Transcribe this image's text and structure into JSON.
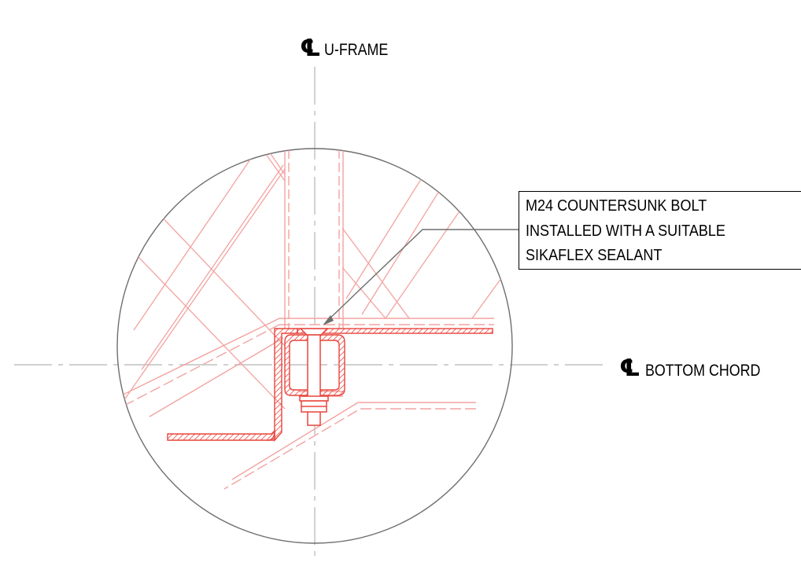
{
  "centerlines": {
    "vertical": {
      "symbol": "℄",
      "label": "U-FRAME"
    },
    "horizontal": {
      "symbol": "℄",
      "label": "BOTTOM CHORD"
    }
  },
  "callout": {
    "lines": [
      "M24 COUNTERSUNK BOLT",
      "INSTALLED WITH A SUITABLE",
      "SIKAFLEX SEALANT"
    ]
  },
  "colors": {
    "detail_red": "#e8453c",
    "faint_red": "#f2a3a0",
    "outline_grey": "#6e6e6e",
    "centerline_grey": "#b4b4b4",
    "text": "#000000"
  }
}
